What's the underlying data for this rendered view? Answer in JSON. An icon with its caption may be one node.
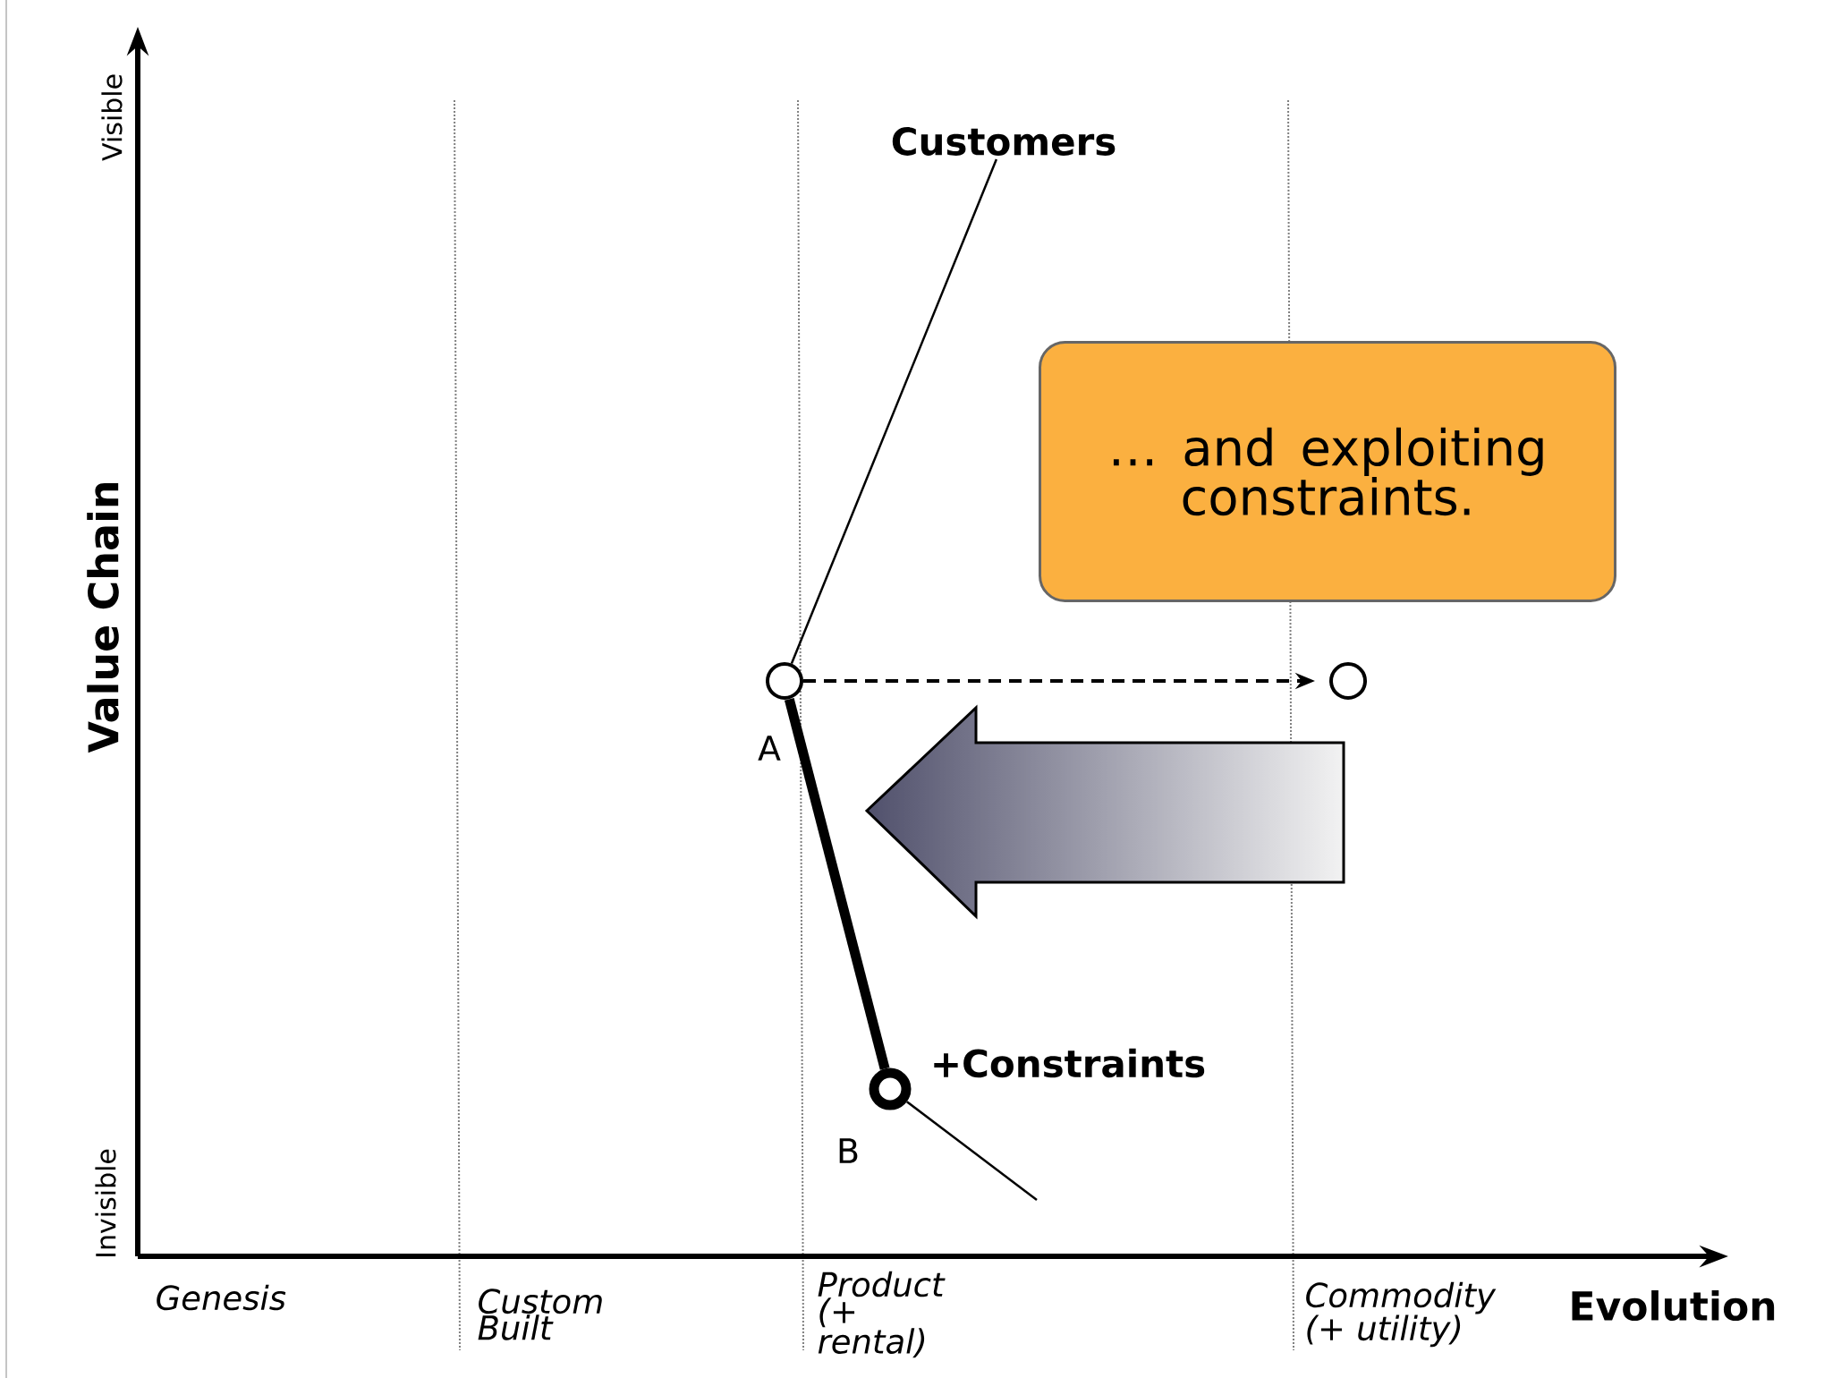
{
  "diagram": {
    "nodes": [
      {
        "text": [
          "Customers"
        ]
      },
      {
        "text": [],
        "shape": "circle",
        "beside": [
          "A"
        ]
      },
      {
        "text": [],
        "shape": "circle",
        "beside": [
          "+Constraints",
          "B"
        ]
      },
      {
        "text": [],
        "shape": "circle"
      },
      {
        "text": [
          "… and exploiting constraints."
        ]
      }
    ],
    "edges": [
      {
        "from": 0,
        "to": 1,
        "arrow": "none"
      },
      {
        "from": 1,
        "to": 2,
        "arrow": "none",
        "style": "thick"
      },
      {
        "from": 1,
        "to": 3,
        "arrow": "to",
        "style": "dashed"
      },
      {
        "from": 2,
        "to": null,
        "arrow": "none"
      }
    ],
    "labels": [
      "Visible",
      "Value Chain",
      "Invisible",
      "Genesis",
      "Custom Built",
      "Product (+ rental)",
      "Commodity (+ utility)",
      "Evolution"
    ]
  }
}
